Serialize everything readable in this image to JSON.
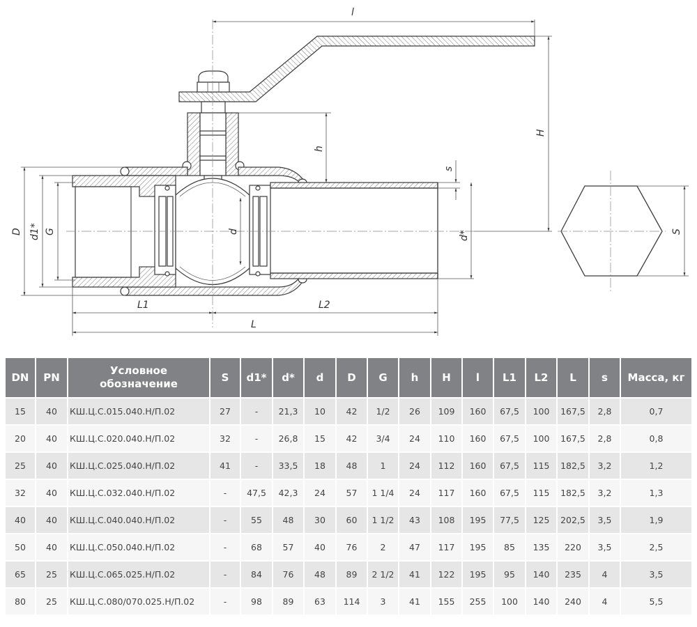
{
  "drawing": {
    "labels": {
      "l_handle": "l",
      "H": "H",
      "h": "h",
      "s": "s",
      "D": "D",
      "d1": "d1*",
      "G": "G",
      "d": "d",
      "d_star": "d*",
      "S": "S",
      "L1": "L1",
      "L2": "L2",
      "L": "L"
    },
    "colors": {
      "line": "#3a3a3a",
      "header_bg": "#808285",
      "row_odd": "#e6e6e7",
      "row_even": "#f6f6f7"
    }
  },
  "table": {
    "headers": [
      "DN",
      "PN",
      "Условное обозначение",
      "S",
      "d1*",
      "d*",
      "d",
      "D",
      "G",
      "h",
      "H",
      "l",
      "L1",
      "L2",
      "L",
      "s",
      "Масса, кг"
    ],
    "rows": [
      [
        "15",
        "40",
        "КШ.Ц.С.015.040.Н/П.02",
        "27",
        "-",
        "21,3",
        "10",
        "42",
        "1/2",
        "26",
        "109",
        "160",
        "67,5",
        "100",
        "167,5",
        "2,8",
        "0,7"
      ],
      [
        "20",
        "40",
        "КШ.Ц.С.020.040.Н/П.02",
        "32",
        "-",
        "26,8",
        "15",
        "42",
        "3/4",
        "24",
        "110",
        "160",
        "67,5",
        "100",
        "167,5",
        "2,8",
        "0,8"
      ],
      [
        "25",
        "40",
        "КШ.Ц.С.025.040.Н/П.02",
        "41",
        "-",
        "33,5",
        "18",
        "48",
        "1",
        "24",
        "112",
        "160",
        "67,5",
        "115",
        "182,5",
        "3,2",
        "1,2"
      ],
      [
        "32",
        "40",
        "КШ.Ц.С.032.040.Н/П.02",
        "-",
        "47,5",
        "42,3",
        "24",
        "57",
        "1 1/4",
        "24",
        "117",
        "160",
        "67,5",
        "115",
        "182,5",
        "3,2",
        "1,3"
      ],
      [
        "40",
        "40",
        "КШ.Ц.С.040.040.Н/П.02",
        "-",
        "55",
        "48",
        "30",
        "60",
        "1 1/2",
        "43",
        "108",
        "195",
        "77,5",
        "125",
        "202,5",
        "3,5",
        "1,9"
      ],
      [
        "50",
        "40",
        "КШ.Ц.С.050.040.Н/П.02",
        "-",
        "68",
        "57",
        "40",
        "76",
        "2",
        "47",
        "117",
        "195",
        "85",
        "135",
        "220",
        "3,5",
        "2,5"
      ],
      [
        "65",
        "25",
        "КШ.Ц.С.065.025.Н/П.02",
        "-",
        "84",
        "76",
        "48",
        "89",
        "2 1/2",
        "41",
        "122",
        "195",
        "95",
        "140",
        "235",
        "4",
        "3,5"
      ],
      [
        "80",
        "25",
        "КШ.Ц.С.080/070.025.Н/П.02",
        "-",
        "98",
        "89",
        "63",
        "114",
        "3",
        "41",
        "155",
        "255",
        "100",
        "140",
        "240",
        "4",
        "5,5"
      ]
    ]
  }
}
